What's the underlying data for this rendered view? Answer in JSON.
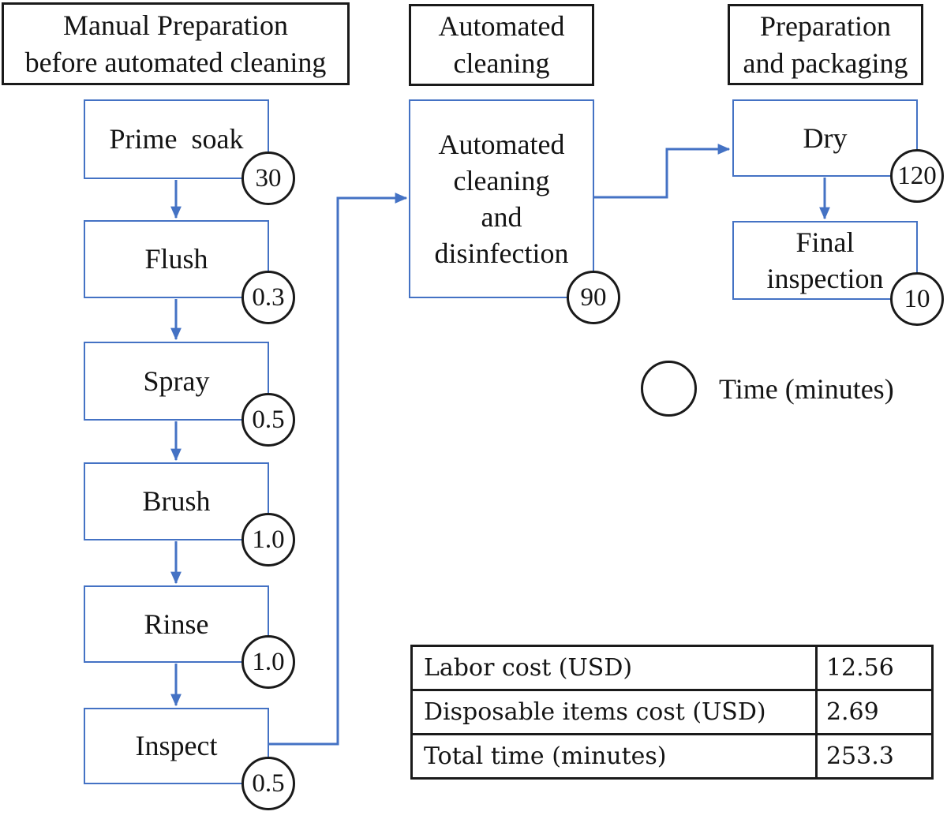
{
  "colors": {
    "flow_blue": "#4472C4",
    "outline_black": "#1a1a1a"
  },
  "phases": {
    "manual": {
      "header": "Manual Preparation\nbefore automated cleaning"
    },
    "automated": {
      "header": "Automated\ncleaning"
    },
    "packaging": {
      "header": "Preparation\nand packaging"
    }
  },
  "steps": {
    "prime_soak": {
      "label": "Prime  soak",
      "time": "30"
    },
    "flush": {
      "label": "Flush",
      "time": "0.3"
    },
    "spray": {
      "label": "Spray",
      "time": "0.5"
    },
    "brush": {
      "label": "Brush",
      "time": "1.0"
    },
    "rinse": {
      "label": "Rinse",
      "time": "1.0"
    },
    "inspect": {
      "label": "Inspect",
      "time": "0.5"
    },
    "automated_cleaning": {
      "label": "Automated\ncleaning\nand\ndisinfection",
      "time": "90"
    },
    "dry": {
      "label": "Dry",
      "time": "120"
    },
    "final_inspection": {
      "label": "Final\ninspection",
      "time": "10"
    }
  },
  "legend": {
    "label": "Time (minutes)"
  },
  "table": {
    "rows": [
      {
        "label": "Labor cost (USD)",
        "value": "12.56"
      },
      {
        "label": "Disposable items cost (USD)",
        "value": "2.69"
      },
      {
        "label": "Total time (minutes)",
        "value": "253.3"
      }
    ]
  }
}
